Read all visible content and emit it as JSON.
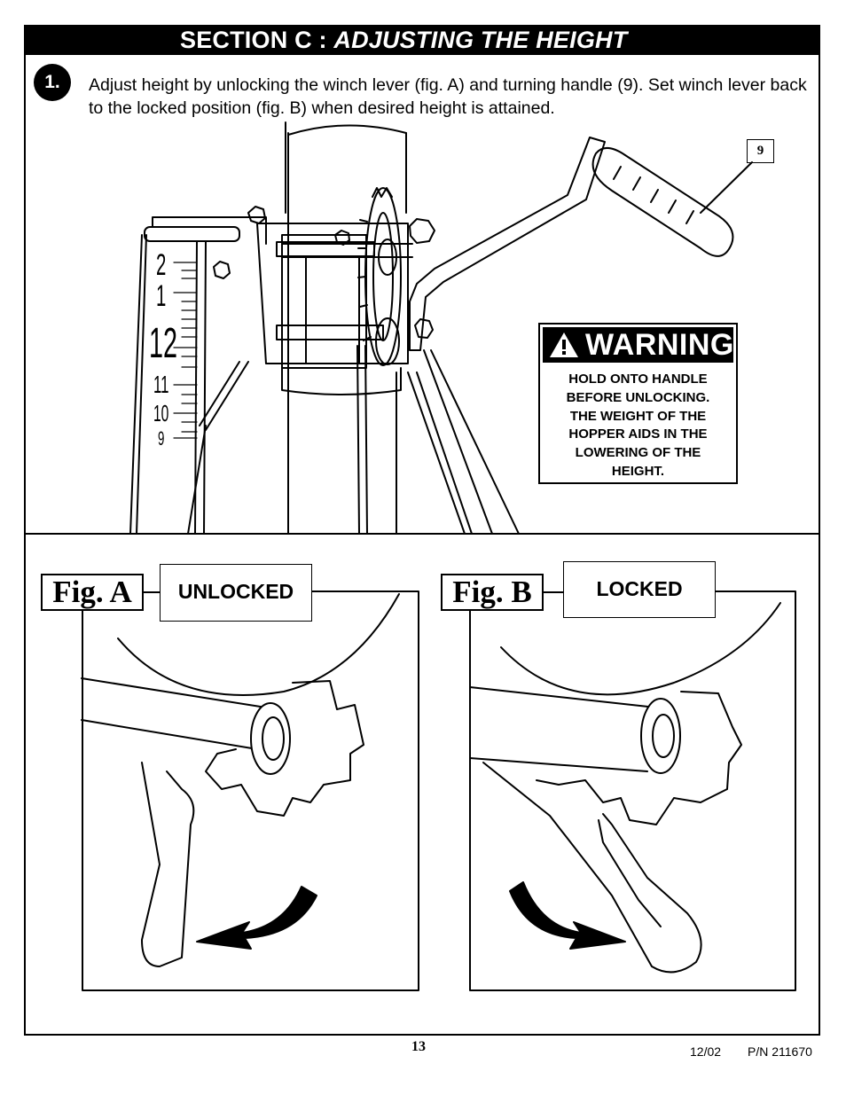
{
  "header": {
    "section": "SECTION C : ",
    "title": "ADJUSTING THE HEIGHT"
  },
  "step": {
    "number": "1.",
    "text": "Adjust height by unlocking the winch lever (fig. A) and turning handle (9). Set winch lever back to the locked position (fig. B) when desired height is attained."
  },
  "callout": {
    "part": "9"
  },
  "warning": {
    "title": "WARNING",
    "lines": [
      "HOLD ONTO HANDLE",
      "BEFORE UNLOCKING.",
      "THE WEIGHT OF THE",
      "HOPPER AIDS IN THE",
      "LOWERING OF THE",
      "HEIGHT."
    ]
  },
  "scale": {
    "labels": [
      "2",
      "1",
      "12",
      "11",
      "10",
      "9"
    ]
  },
  "figures": [
    {
      "label": "Fig. A",
      "state": "UNLOCKED"
    },
    {
      "label": "Fig. B",
      "state": "LOCKED"
    }
  ],
  "footer": {
    "page": "13",
    "date": "12/02",
    "part_number": "P/N 211670"
  }
}
